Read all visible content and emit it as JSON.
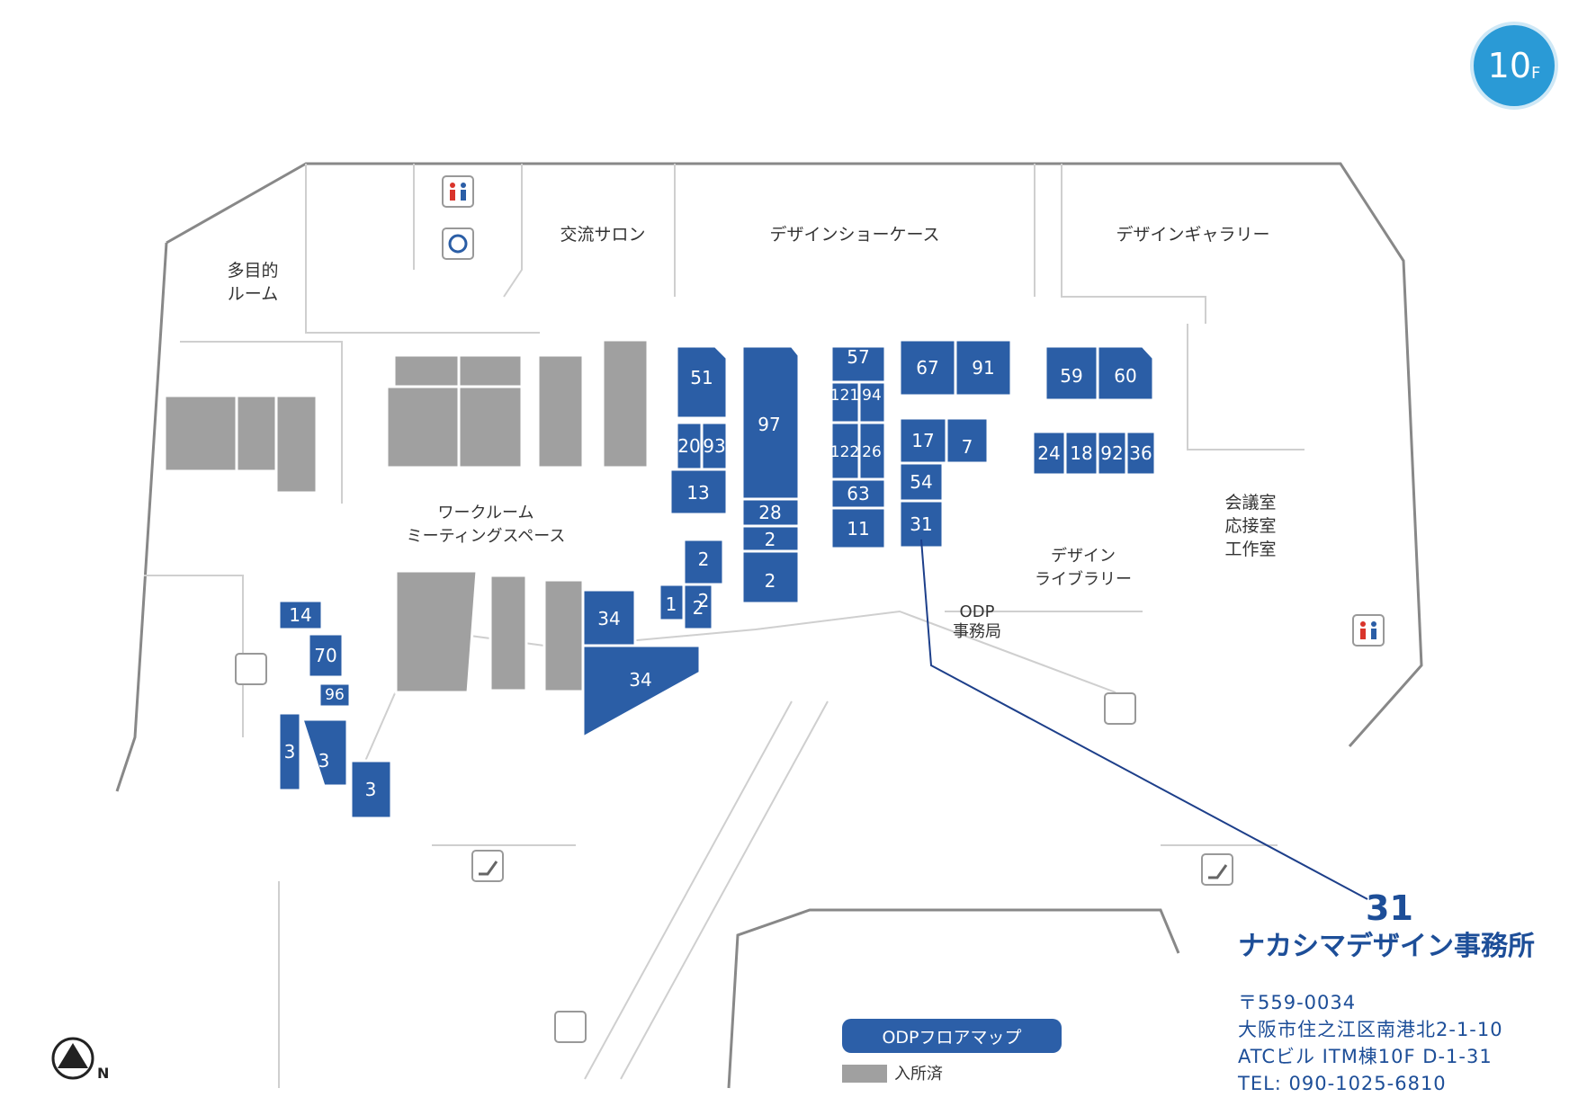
{
  "floor_badge": {
    "number": "10",
    "suffix": "F"
  },
  "rooms": {
    "multipurpose": "多目的\nルーム",
    "salon": "交流サロン",
    "showcase": "デザインショーケース",
    "gallery": "デザインギャラリー",
    "workroom": "ワークルーム\nミーティングスペース",
    "library": "デザイン\nライブラリー",
    "meeting": "会議室\n応接室\n工作室",
    "odp_office": "ODP\n事務局"
  },
  "units": [
    "51",
    "97",
    "57",
    "121",
    "94",
    "122",
    "26",
    "63",
    "11",
    "67",
    "91",
    "17",
    "7",
    "54",
    "31",
    "59",
    "60",
    "24",
    "18",
    "92",
    "36",
    "20",
    "93",
    "13",
    "2",
    "28",
    "2",
    "2",
    "2",
    "1",
    "2",
    "14",
    "70",
    "96",
    "3",
    "3",
    "3",
    "34",
    "34"
  ],
  "callout": {
    "unit": "31",
    "name": "ナカシマデザイン事務所",
    "address": [
      "〒559-0034",
      "大阪市住之江区南港北2-1-10",
      "ATCビル ITM棟10F D-1-31",
      "TEL: 090-1025-6810"
    ]
  },
  "legend": {
    "title": "ODPフロアマップ",
    "occupied": "入所済"
  },
  "north_label": "N",
  "colors": {
    "unit_fill": "#2b5ea6",
    "occupied_fill": "#a0a0a0",
    "callout_line": "#1d3f8a",
    "badge": "#2a9ad6"
  }
}
